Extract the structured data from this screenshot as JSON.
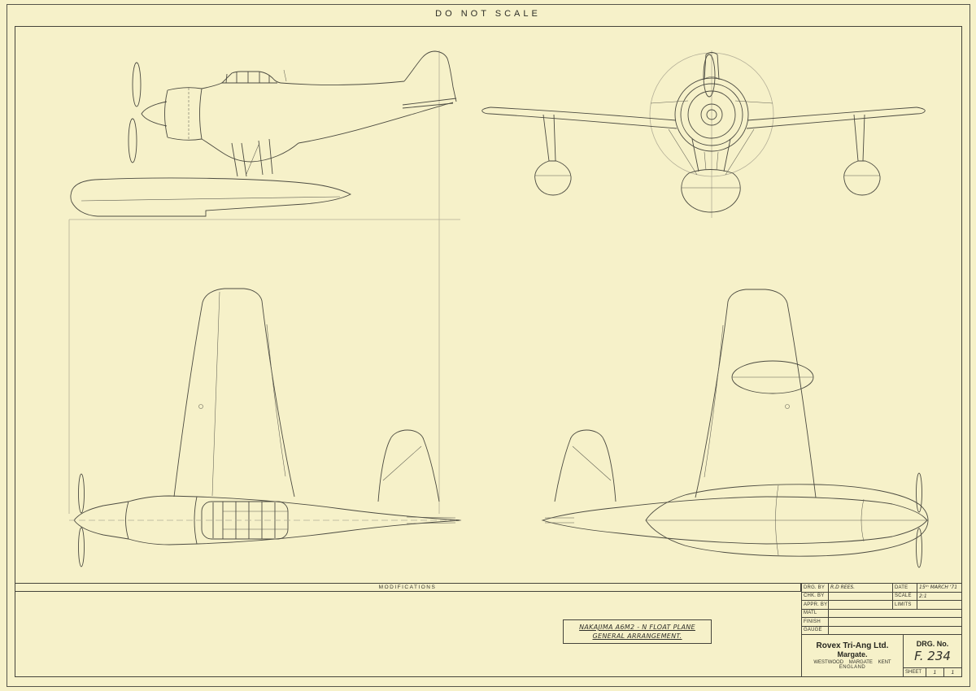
{
  "page": {
    "warning": "DO NOT SCALE",
    "paper_color": "#f6f1c9",
    "ink_color": "#4c4b41"
  },
  "modifications": {
    "label": "MODIFICATIONS"
  },
  "info_table": {
    "rows": [
      {
        "l1": "DRG. BY",
        "v1": "R.D REES.",
        "l2": "DATE",
        "v2": "15ᵗʰ MARCH '71"
      },
      {
        "l1": "CHK. BY",
        "v1": "",
        "l2": "SCALE",
        "v2": "2:1"
      },
      {
        "l1": "APPR. BY",
        "v1": "",
        "l2": "LIMITS",
        "v2": ""
      },
      {
        "l1": "MATL",
        "v1": ""
      },
      {
        "l1": "FINISH",
        "v1": ""
      },
      {
        "l1": "GAUGE",
        "v1": ""
      }
    ]
  },
  "drawing_title": {
    "line1": "NAKAJIMA A6M2 - N FLOAT PLANE",
    "line2": "GENERAL ARRANGEMENT."
  },
  "company": {
    "name": "Rovex Tri-Ang Ltd.",
    "city": "Margate.",
    "address": "WESTWOOD MARGATE KENT",
    "country": "ENGLAND"
  },
  "drawing_number": {
    "label": "DRG. No.",
    "value": "F. 234"
  },
  "sheet": {
    "label": "SHEET",
    "current": "1",
    "total": "1"
  }
}
